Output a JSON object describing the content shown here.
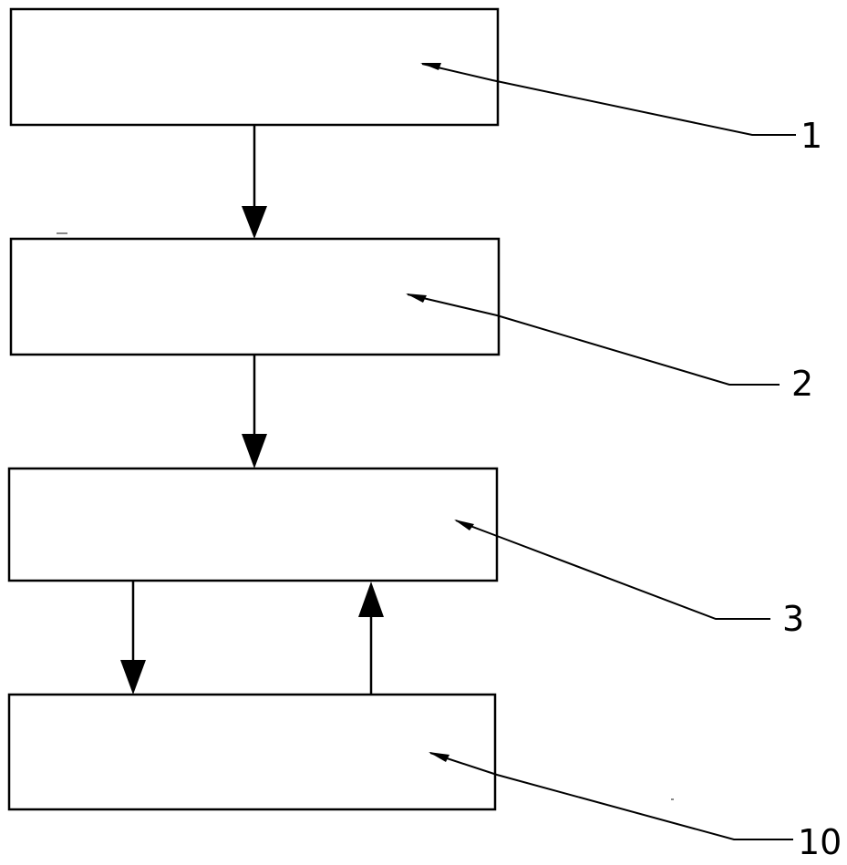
{
  "diagram": {
    "type": "block-flow",
    "blocks": [
      {
        "id": "block-1",
        "ref": "1"
      },
      {
        "id": "block-2",
        "ref": "2"
      },
      {
        "id": "block-3",
        "ref": "3"
      },
      {
        "id": "block-10",
        "ref": "10"
      }
    ],
    "connections": [
      {
        "from": "block-1",
        "to": "block-2"
      },
      {
        "from": "block-2",
        "to": "block-3"
      },
      {
        "from": "block-3",
        "to": "block-10"
      },
      {
        "from": "block-10",
        "to": "block-3"
      }
    ],
    "colors": {
      "stroke": "#000000",
      "background": "#ffffff"
    }
  },
  "labels": {
    "ref_1": "1",
    "ref_2": "2",
    "ref_3": "3",
    "ref_10": "10"
  }
}
